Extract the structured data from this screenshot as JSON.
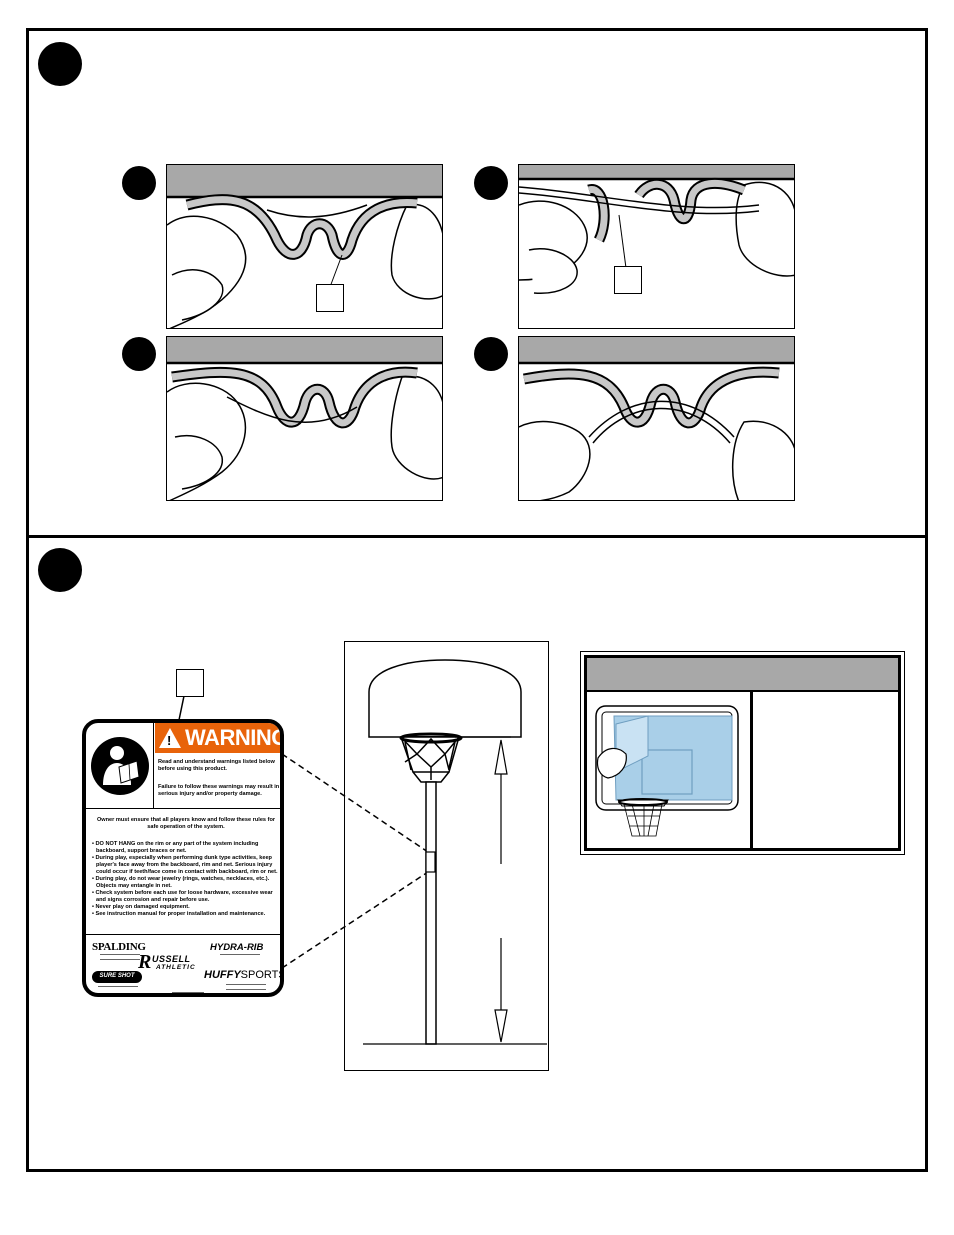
{
  "page": {
    "background": "#ffffff"
  },
  "warning_label": {
    "heading": "WARNING",
    "exclamation": "!",
    "intro_1": "Read and understand warnings listed below before using this product.",
    "intro_2": "Failure to follow these warnings may result in serious injury and/or property damage.",
    "owner_text": "Owner must ensure that all players know and follow these rules for safe operation of the system.",
    "rules": [
      "• DO NOT HANG on the rim or any part of the system including backboard, support braces or net.",
      "• During play, especially when performing dunk type activities, keep player's face away from the backboard, rim and net. Serious injury could occur if teeth/face come in contact with backboard, rim or net.",
      "• During play, do not wear jewelry (rings, watches, necklaces, etc.). Objects may entangle in net.",
      "• Check system before each use for loose hardware, excessive wear and signs corrosion and repair before use.",
      "• Never play on damaged equipment.",
      "• See instruction manual for proper installation and maintenance."
    ],
    "brands": {
      "spalding": "SPALDING",
      "hydra_rib": "HYDRA-RIB",
      "russell_r": "R",
      "russell_top": "USSELL",
      "russell_bottom": "ATHLETIC",
      "sure_shot": "SURE SHOT",
      "huffy": "HUFFY",
      "sports": "SPORTS"
    }
  },
  "colors": {
    "warning_orange": "#e8630a",
    "panel_header_gray": "#a8a8a8",
    "backboard_blue": "#a9cfe8"
  },
  "icons": {
    "warning_triangle": "warning-triangle-icon",
    "reader": "manual-reader-icon"
  }
}
